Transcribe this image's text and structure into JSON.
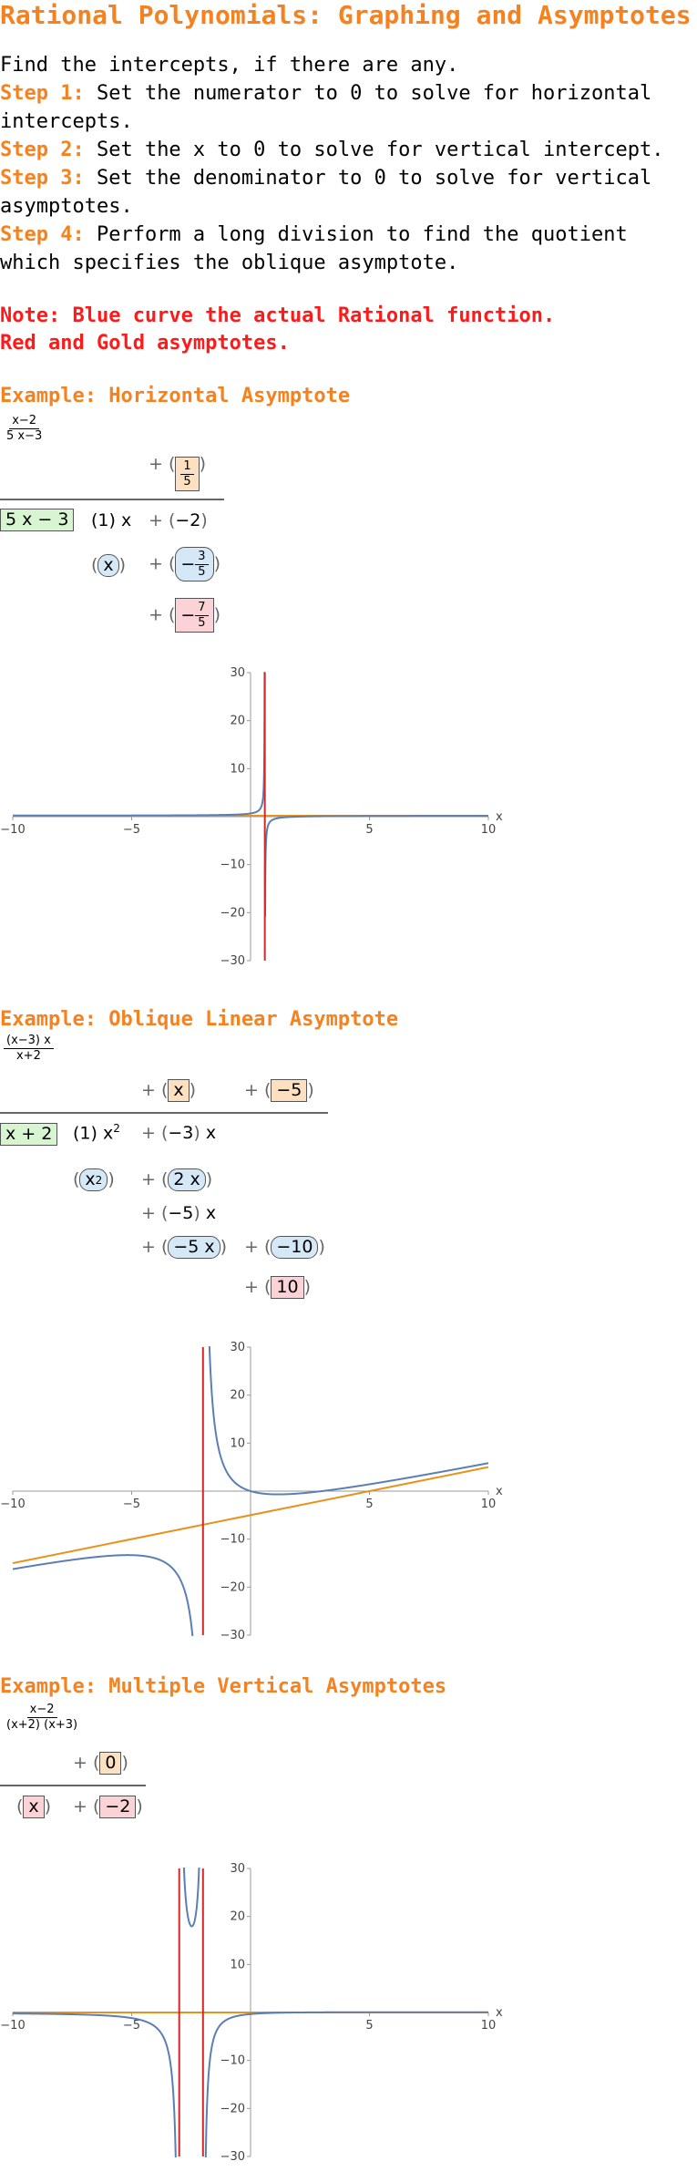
{
  "title": "Rational Polynomials: Graphing and Asymptotes",
  "intro": "Find the intercepts, if there are any.",
  "steps": [
    {
      "label": "Step 1:",
      "text": " Set the numerator to 0 to solve for horizontal intercepts."
    },
    {
      "label": "Step 2:",
      "text": " Set the x to 0 to solve for vertical intercept."
    },
    {
      "label": "Step 3:",
      "text": " Set the denominator to 0 to solve for vertical asymptotes."
    },
    {
      "label": "Step 4:",
      "text": " Perform a long division to find the quotient which specifies the oblique asymptote."
    }
  ],
  "notes": [
    "Note: Blue curve the actual Rational function.",
    "Red and Gold asymptotes."
  ],
  "colors": {
    "accent": "#f5821f",
    "note": "#ff1a1a",
    "curve": "#5b7fb5",
    "vertical_asymptote": "#d62728",
    "other_asymptote": "#e8921a"
  },
  "examples": [
    {
      "title": "Example: Horizontal Asymptote",
      "expr": {
        "num": "x−2",
        "den": "5 x−3"
      },
      "division": {
        "quotient": [
          "1/5"
        ],
        "divisor": "5 x − 3",
        "dividend": [
          "(1)x",
          "+(−2)"
        ],
        "rows": [
          "(x)",
          "+(−3/5)",
          "+(−7/5)"
        ]
      }
    },
    {
      "title": "Example: Oblique Linear Asymptote",
      "expr": {
        "num": "(x−3) x",
        "den": "x+2"
      },
      "division": {
        "quotient": [
          "x",
          "−5"
        ],
        "divisor": "x + 2",
        "dividend": [
          "(1)x2",
          "+(−3)x"
        ],
        "rows": [
          "(x2)",
          "+(2 x)",
          "+(−5)x",
          "+(−5 x)",
          "+(−10)",
          "+(10)"
        ]
      }
    },
    {
      "title": "Example: Multiple Vertical Asymptotes",
      "expr": {
        "num": "x−2",
        "den": "(x+2) (x+3)"
      },
      "division": {
        "quotient": [
          "0"
        ],
        "rows": [
          "(x)",
          "+(−2)"
        ]
      }
    }
  ],
  "chart_data": [
    {
      "type": "line",
      "function": "(x-2)/(5x-3)",
      "xlim": [
        -10,
        10
      ],
      "ylim": [
        -30,
        30
      ],
      "xticks": [
        -10,
        -5,
        5,
        10
      ],
      "yticks": [
        -30,
        -20,
        -10,
        10,
        20,
        30
      ],
      "xlabel": "x",
      "vertical_asymptotes": [
        0.6
      ],
      "other_asymptote": {
        "slope": 0,
        "intercept": 0.2
      }
    },
    {
      "type": "line",
      "function": "(x-3)x/(x+2)",
      "xlim": [
        -10,
        10
      ],
      "ylim": [
        -30,
        30
      ],
      "xticks": [
        -10,
        -5,
        5,
        10
      ],
      "yticks": [
        -30,
        -20,
        -10,
        10,
        20,
        30
      ],
      "xlabel": "x",
      "vertical_asymptotes": [
        -2
      ],
      "other_asymptote": {
        "slope": 1,
        "intercept": -5
      }
    },
    {
      "type": "line",
      "function": "(x-2)/((x+2)(x+3))",
      "xlim": [
        -10,
        10
      ],
      "ylim": [
        -30,
        30
      ],
      "xticks": [
        -10,
        -5,
        5,
        10
      ],
      "yticks": [
        -30,
        -20,
        -10,
        10,
        20,
        30
      ],
      "xlabel": "x",
      "vertical_asymptotes": [
        -3,
        -2
      ],
      "other_asymptote": {
        "slope": 0,
        "intercept": 0
      }
    }
  ]
}
